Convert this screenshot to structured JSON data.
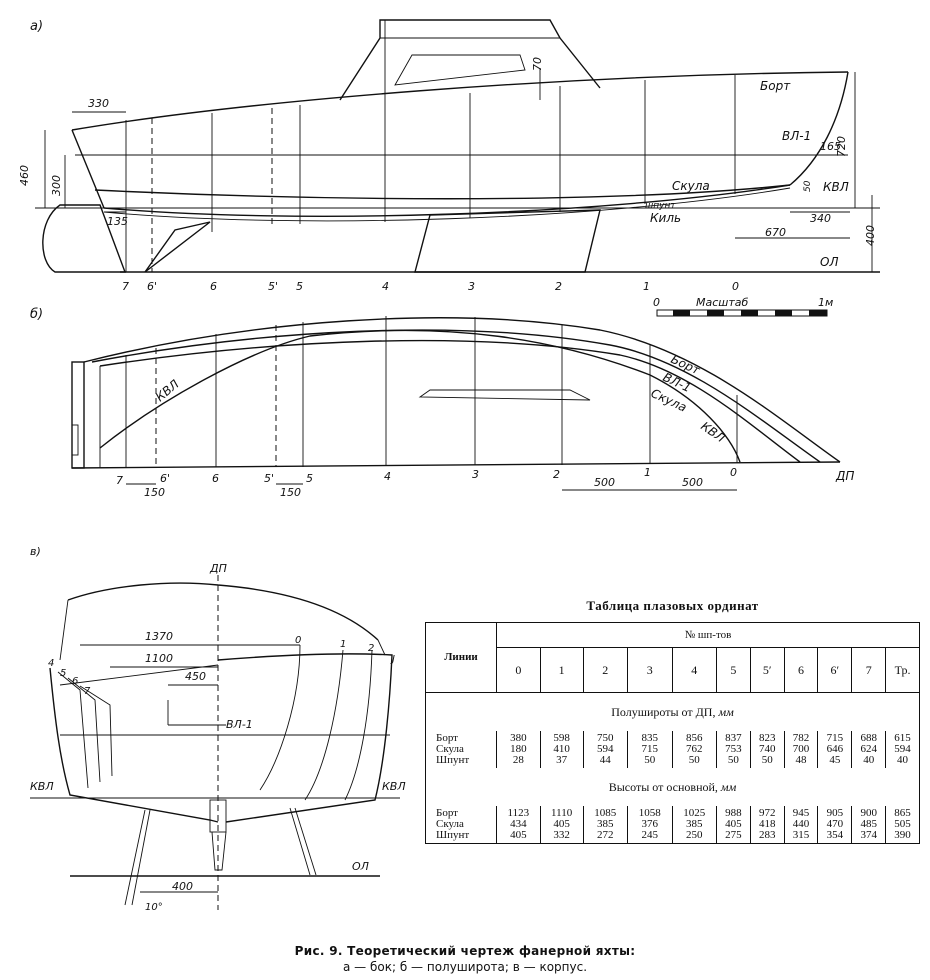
{
  "views": {
    "side_label": "а)",
    "plan_label": "б)",
    "body_label": "в)"
  },
  "side_view": {
    "labels": {
      "bort": "Борт",
      "vl1": "ВЛ-1",
      "skula": "Скула",
      "shpunt": "шпунт",
      "kil": "Киль",
      "kvl": "КВЛ",
      "ol": "ОЛ"
    },
    "dims": [
      "330",
      "460",
      "300",
      "135",
      "70",
      "720",
      "165",
      "50",
      "340",
      "670",
      "400"
    ],
    "stations": [
      "7",
      "6'",
      "6",
      "5'",
      "5",
      "4",
      "3",
      "2",
      "1",
      "0"
    ]
  },
  "scale": {
    "start": "0",
    "label": "Масштаб",
    "end": "1м"
  },
  "plan_view": {
    "labels": {
      "bort": "Борт",
      "vl1": "ВЛ-1",
      "skula": "Скула",
      "kvl": "КВЛ",
      "kvl_left": "КВЛ",
      "dp": "ДП"
    },
    "dims": [
      "150",
      "150",
      "500",
      "500"
    ],
    "stations": [
      "7",
      "6'",
      "6",
      "5'",
      "5",
      "4",
      "3",
      "2",
      "1",
      "0"
    ]
  },
  "body_view": {
    "labels": {
      "dp": "ДП",
      "vl1": "ВЛ-1",
      "kvl_left": "КВЛ",
      "kvl_right": "КВЛ",
      "ol": "ОЛ"
    },
    "dims": [
      "1370",
      "1100",
      "450",
      "400",
      "10°"
    ],
    "stations": [
      "0",
      "1",
      "2",
      "J",
      "4",
      "5",
      "6",
      "7"
    ]
  },
  "offsets_table": {
    "caption": "Таблица плазовых ординат",
    "lines_header": "Линии",
    "frames_header": "№ шп-тов",
    "frames": [
      "0",
      "1",
      "2",
      "3",
      "4",
      "5",
      "5′",
      "6",
      "6′",
      "7",
      "Тр."
    ],
    "sections": [
      {
        "title": "Полушироты от ДП, ",
        "unit": "мм",
        "rows": [
          {
            "name": "Борт",
            "values": [
              "380",
              "598",
              "750",
              "835",
              "856",
              "837",
              "823",
              "782",
              "715",
              "688",
              "615"
            ]
          },
          {
            "name": "Скула",
            "values": [
              "180",
              "410",
              "594",
              "715",
              "762",
              "753",
              "740",
              "700",
              "646",
              "624",
              "594"
            ]
          },
          {
            "name": "Шпунт",
            "values": [
              "28",
              "37",
              "44",
              "50",
              "50",
              "50",
              "50",
              "48",
              "45",
              "40",
              "40"
            ]
          }
        ]
      },
      {
        "title": "Высоты от основной, ",
        "unit": "мм",
        "rows": [
          {
            "name": "Борт",
            "values": [
              "1123",
              "1110",
              "1085",
              "1058",
              "1025",
              "988",
              "972",
              "945",
              "905",
              "900",
              "865"
            ]
          },
          {
            "name": "Скула",
            "values": [
              "434",
              "405",
              "385",
              "376",
              "385",
              "405",
              "418",
              "440",
              "470",
              "485",
              "505"
            ]
          },
          {
            "name": "Шпунт",
            "values": [
              "405",
              "332",
              "272",
              "245",
              "250",
              "275",
              "283",
              "315",
              "354",
              "374",
              "390"
            ]
          }
        ]
      }
    ]
  },
  "caption": {
    "line1": "Рис. 9. Теоретический чертеж фанерной яхты:",
    "line2": "а — бок; б — полуширота; в — корпус."
  }
}
